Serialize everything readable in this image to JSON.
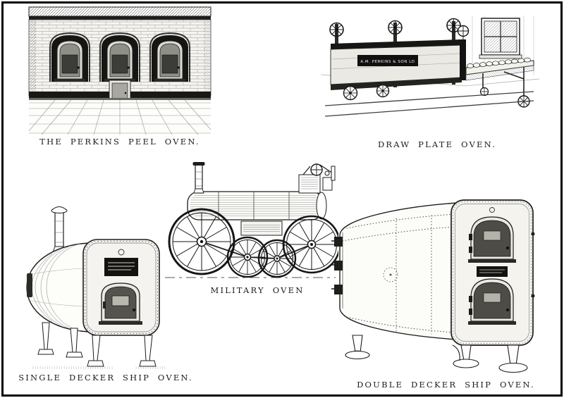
{
  "page": {
    "background": "#ffffff",
    "frame_color": "#000000"
  },
  "figures": [
    {
      "id": "perkins-peel-oven",
      "caption": "THE PERKINS PEEL OVEN."
    },
    {
      "id": "draw-plate-oven",
      "caption": "DRAW PLATE OVEN."
    },
    {
      "id": "military-oven",
      "caption": "MILITARY OVEN"
    },
    {
      "id": "single-decker-ship-oven",
      "caption": "SINGLE DECKER SHIP OVEN."
    },
    {
      "id": "double-decker-ship-oven",
      "caption": "DOUBLE DECKER SHIP OVEN."
    }
  ],
  "labels": {
    "maker_plate": "A.M. PERKINS & SON LD"
  }
}
